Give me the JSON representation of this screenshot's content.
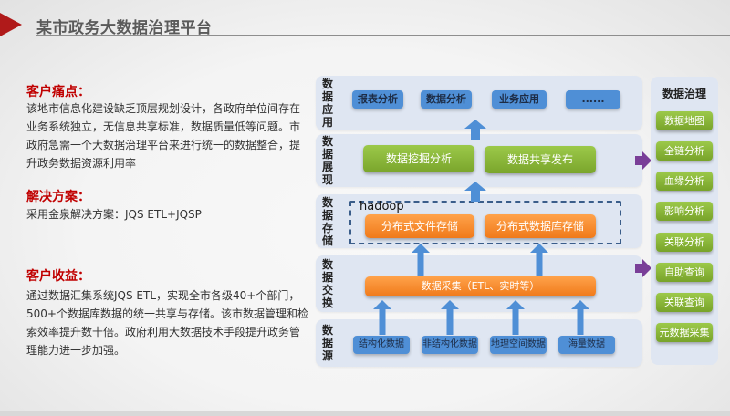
{
  "header": {
    "title": "某市政务大数据治理平台"
  },
  "left": {
    "pain_points": {
      "heading": "客户痛点：",
      "body": "该地市信息化建设缺乏顶层规划设计，各政府单位间存在业务系统独立，无信息共享标准，数据质量低等问题。市政府急需一个大数据治理平台来进行统一的数据整合，提升政务数据资源利用率"
    },
    "solution": {
      "heading": "解决方案：",
      "body": "采用金泉解决方案：JQS ETL+JQSP"
    },
    "benefits": {
      "heading": "客户收益：",
      "body": "通过数据汇集系统JQS ETL，实现全市各级40+个部门，500+个数据库数据的统一共享与存储。该市数据管理和检索效率提升数十倍。政府利用大数据技术手段提升政务管理能力进一步加强。"
    }
  },
  "diagram": {
    "layers": {
      "application": {
        "label": "数据应用",
        "items": [
          "报表分析",
          "数据分析",
          "业务应用",
          "......"
        ]
      },
      "presentation": {
        "label": "数据展现",
        "items": [
          "数据挖掘分析",
          "数据共享发布"
        ]
      },
      "storage": {
        "label": "数据存储",
        "group_label": "hadoop",
        "items": [
          "分布式文件存储",
          "分布式数据库存储"
        ]
      },
      "exchange": {
        "label": "数据交换",
        "items": [
          "数据采集（ETL、实时等）"
        ]
      },
      "source": {
        "label": "数据源",
        "items": [
          "结构化数据",
          "非结构化数据",
          "地理空间数据",
          "海量数据"
        ]
      }
    },
    "governance": {
      "title": "数据治理",
      "items": [
        "数据地图",
        "全链分析",
        "血缘分析",
        "影响分析",
        "关联分析",
        "自助查询",
        "关联查询",
        "元数据采集"
      ]
    }
  }
}
